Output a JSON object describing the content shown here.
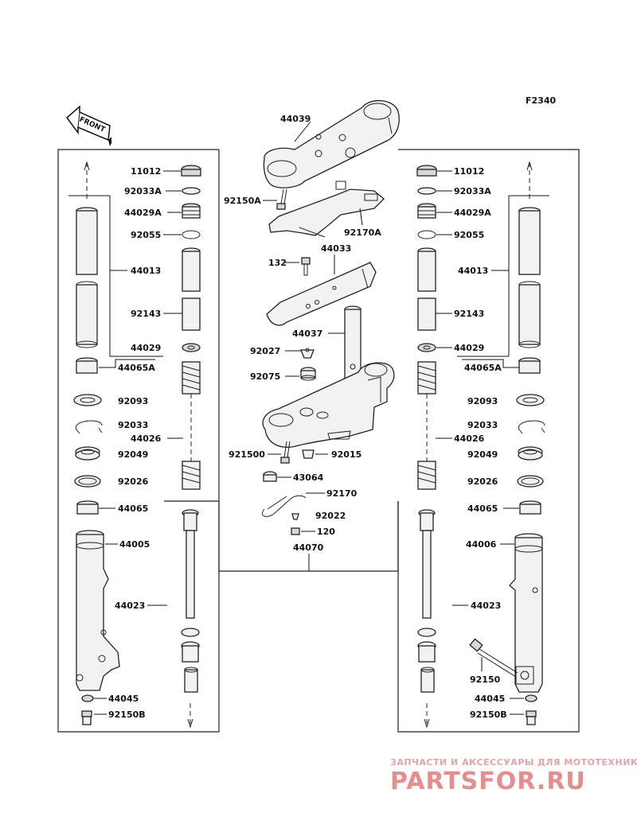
{
  "figure_code": "F2340",
  "front_arrow_text": "FRONT",
  "watermark": {
    "tagline": "ЗАПЧАСТИ И АКСЕССУАРЫ ДЛЯ МОТОТЕХНИКИ",
    "brand": "PARTSFOR.RU"
  },
  "center_labels": {
    "l44039": "44039",
    "l92150A": "92150A",
    "l92170A": "92170A",
    "l132": "132",
    "l44033": "44033",
    "l44037": "44037",
    "l92027": "92027",
    "l92075": "92075",
    "l92150": "921500",
    "l92015": "92015",
    "l43064": "43064",
    "l92170": "92170",
    "l92022": "92022",
    "l120": "120",
    "l44070": "44070"
  },
  "left_labels": {
    "l11012": "11012",
    "l92033A": "92033A",
    "l44029A": "44029A",
    "l92055": "92055",
    "l44013": "44013",
    "l92143": "92143",
    "l44029": "44029",
    "l44065A": "44065A",
    "l92093": "92093",
    "l92033": "92033",
    "l44026": "44026",
    "l92049": "92049",
    "l92026": "92026",
    "l44065": "44065",
    "l44005": "44005",
    "l44023": "44023",
    "l44045": "44045",
    "l92150B": "92150B"
  },
  "right_labels": {
    "l11012": "11012",
    "l92033A": "92033A",
    "l44029A": "44029A",
    "l92055": "92055",
    "l44013": "44013",
    "l92143": "92143",
    "l44029": "44029",
    "l44065A": "44065A",
    "l92093": "92093",
    "l92033": "92033",
    "l44026": "44026",
    "l92049": "92049",
    "l92026": "92026",
    "l44065": "44065",
    "l44006": "44006",
    "l44023": "44023",
    "l92150": "92150",
    "l44045": "44045",
    "l92150B": "92150B"
  }
}
